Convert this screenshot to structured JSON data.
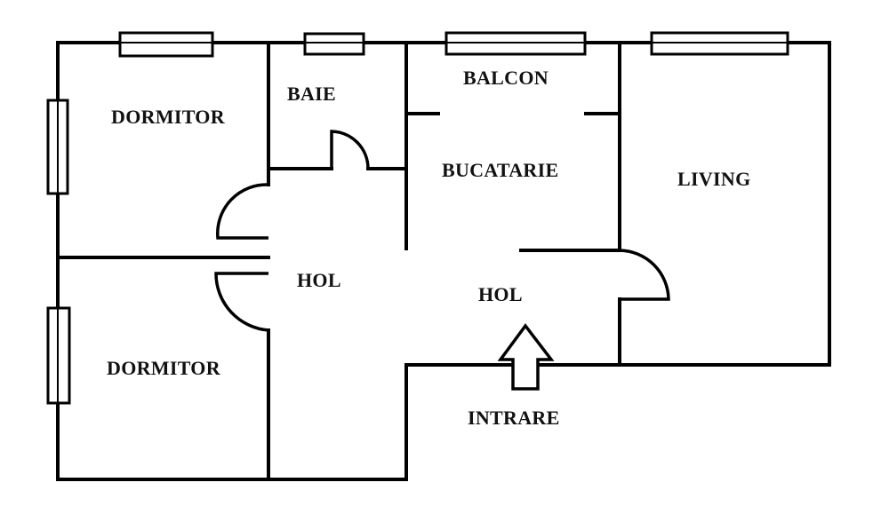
{
  "floor_plan": {
    "rooms": {
      "dormitor_1": "DORMITOR",
      "baie": "BAIE",
      "balcon": "BALCON",
      "bucatarie": "BUCATARIE",
      "living": "LIVING",
      "hol_1": "HOL",
      "hol_2": "HOL",
      "dormitor_2": "DORMITOR"
    },
    "entrance": "INTRARE",
    "colors": {
      "line": "#000000",
      "background": "#ffffff"
    }
  }
}
